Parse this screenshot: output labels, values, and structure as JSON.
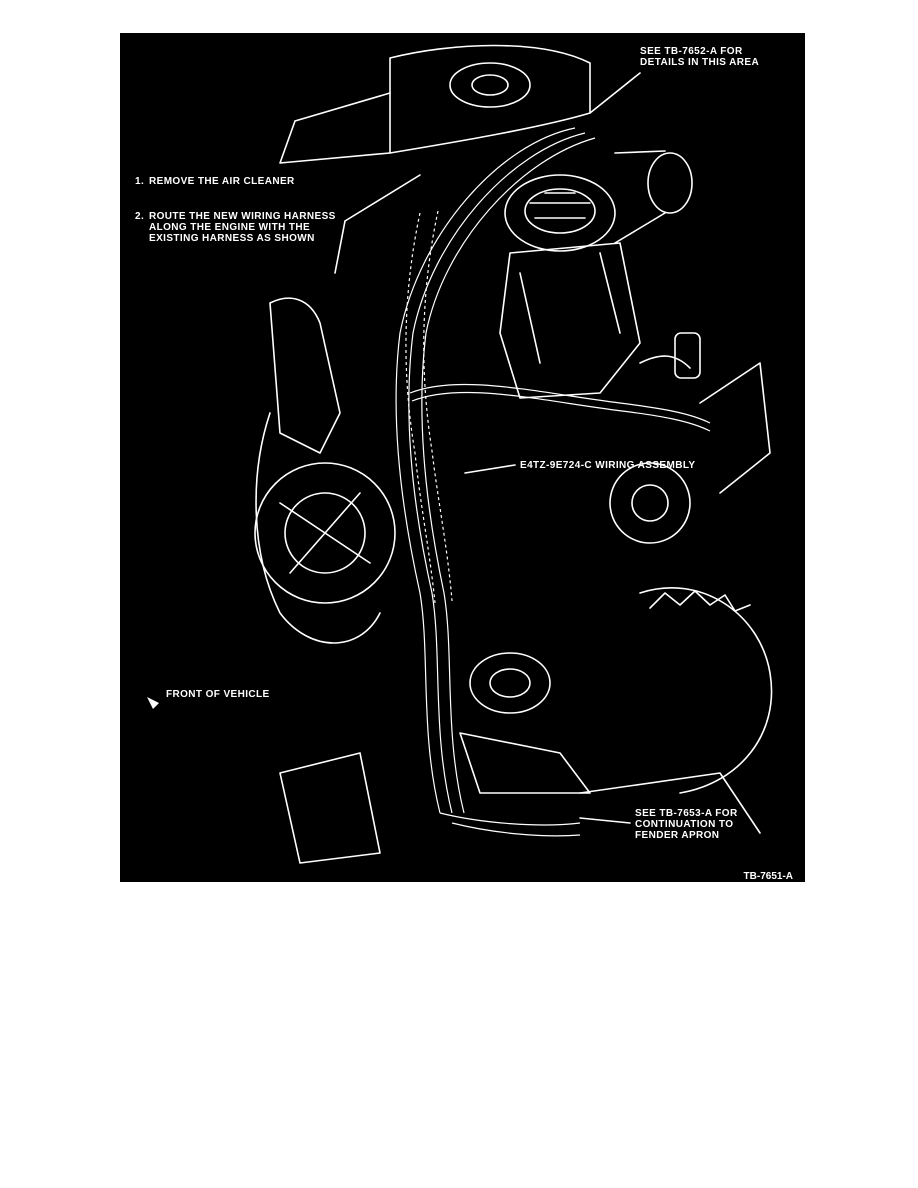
{
  "figure": {
    "callout_top_right": [
      "SEE TB-7652-A FOR",
      "DETAILS IN THIS AREA"
    ],
    "steps": [
      {
        "num": "1.",
        "lines": [
          "REMOVE THE AIR CLEANER"
        ]
      },
      {
        "num": "2.",
        "lines": [
          "ROUTE THE NEW WIRING HARNESS",
          "ALONG THE ENGINE WITH THE",
          "EXISTING HARNESS AS SHOWN"
        ]
      }
    ],
    "wiring_assembly_label": "E4TZ-9E724-C WIRING ASSEMBLY",
    "front_of_vehicle_label": "FRONT OF VEHICLE",
    "callout_bottom_right": [
      "SEE TB-7653-A FOR",
      "CONTINUATION TO",
      "FENDER APRON"
    ],
    "figure_id": "TB-7651-A",
    "icons": {
      "front_arrow": "front-of-vehicle-arrow-icon"
    }
  }
}
